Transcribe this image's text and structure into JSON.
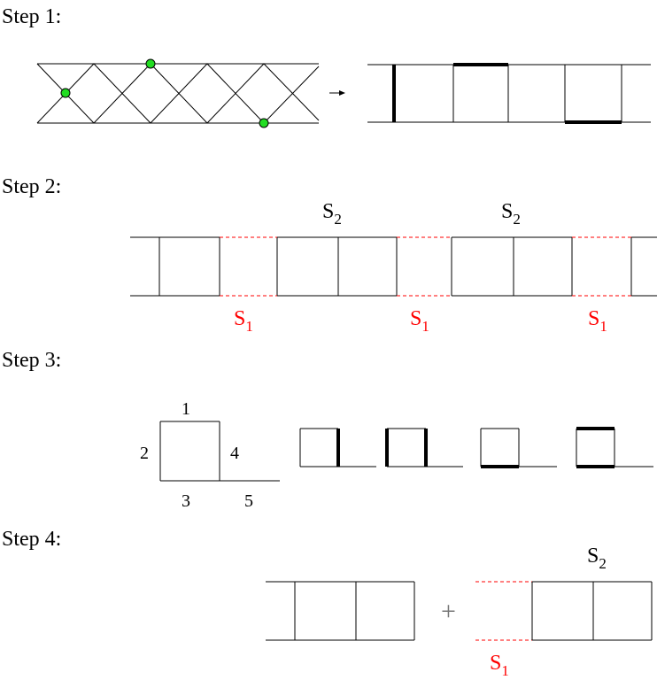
{
  "steps": [
    {
      "label": "Step 1:"
    },
    {
      "label": "Step 2:"
    },
    {
      "label": "Step 3:"
    },
    {
      "label": "Step 4:"
    }
  ],
  "symbols": {
    "s2": {
      "base": "S",
      "sub": "2"
    },
    "s1": {
      "base": "S",
      "sub": "1"
    }
  },
  "edge_numbers": [
    "1",
    "2",
    "3",
    "4",
    "5"
  ],
  "operator": "+",
  "colors": {
    "line": "#000000",
    "marker": "#22dd22",
    "highlight": "#ff0000"
  }
}
